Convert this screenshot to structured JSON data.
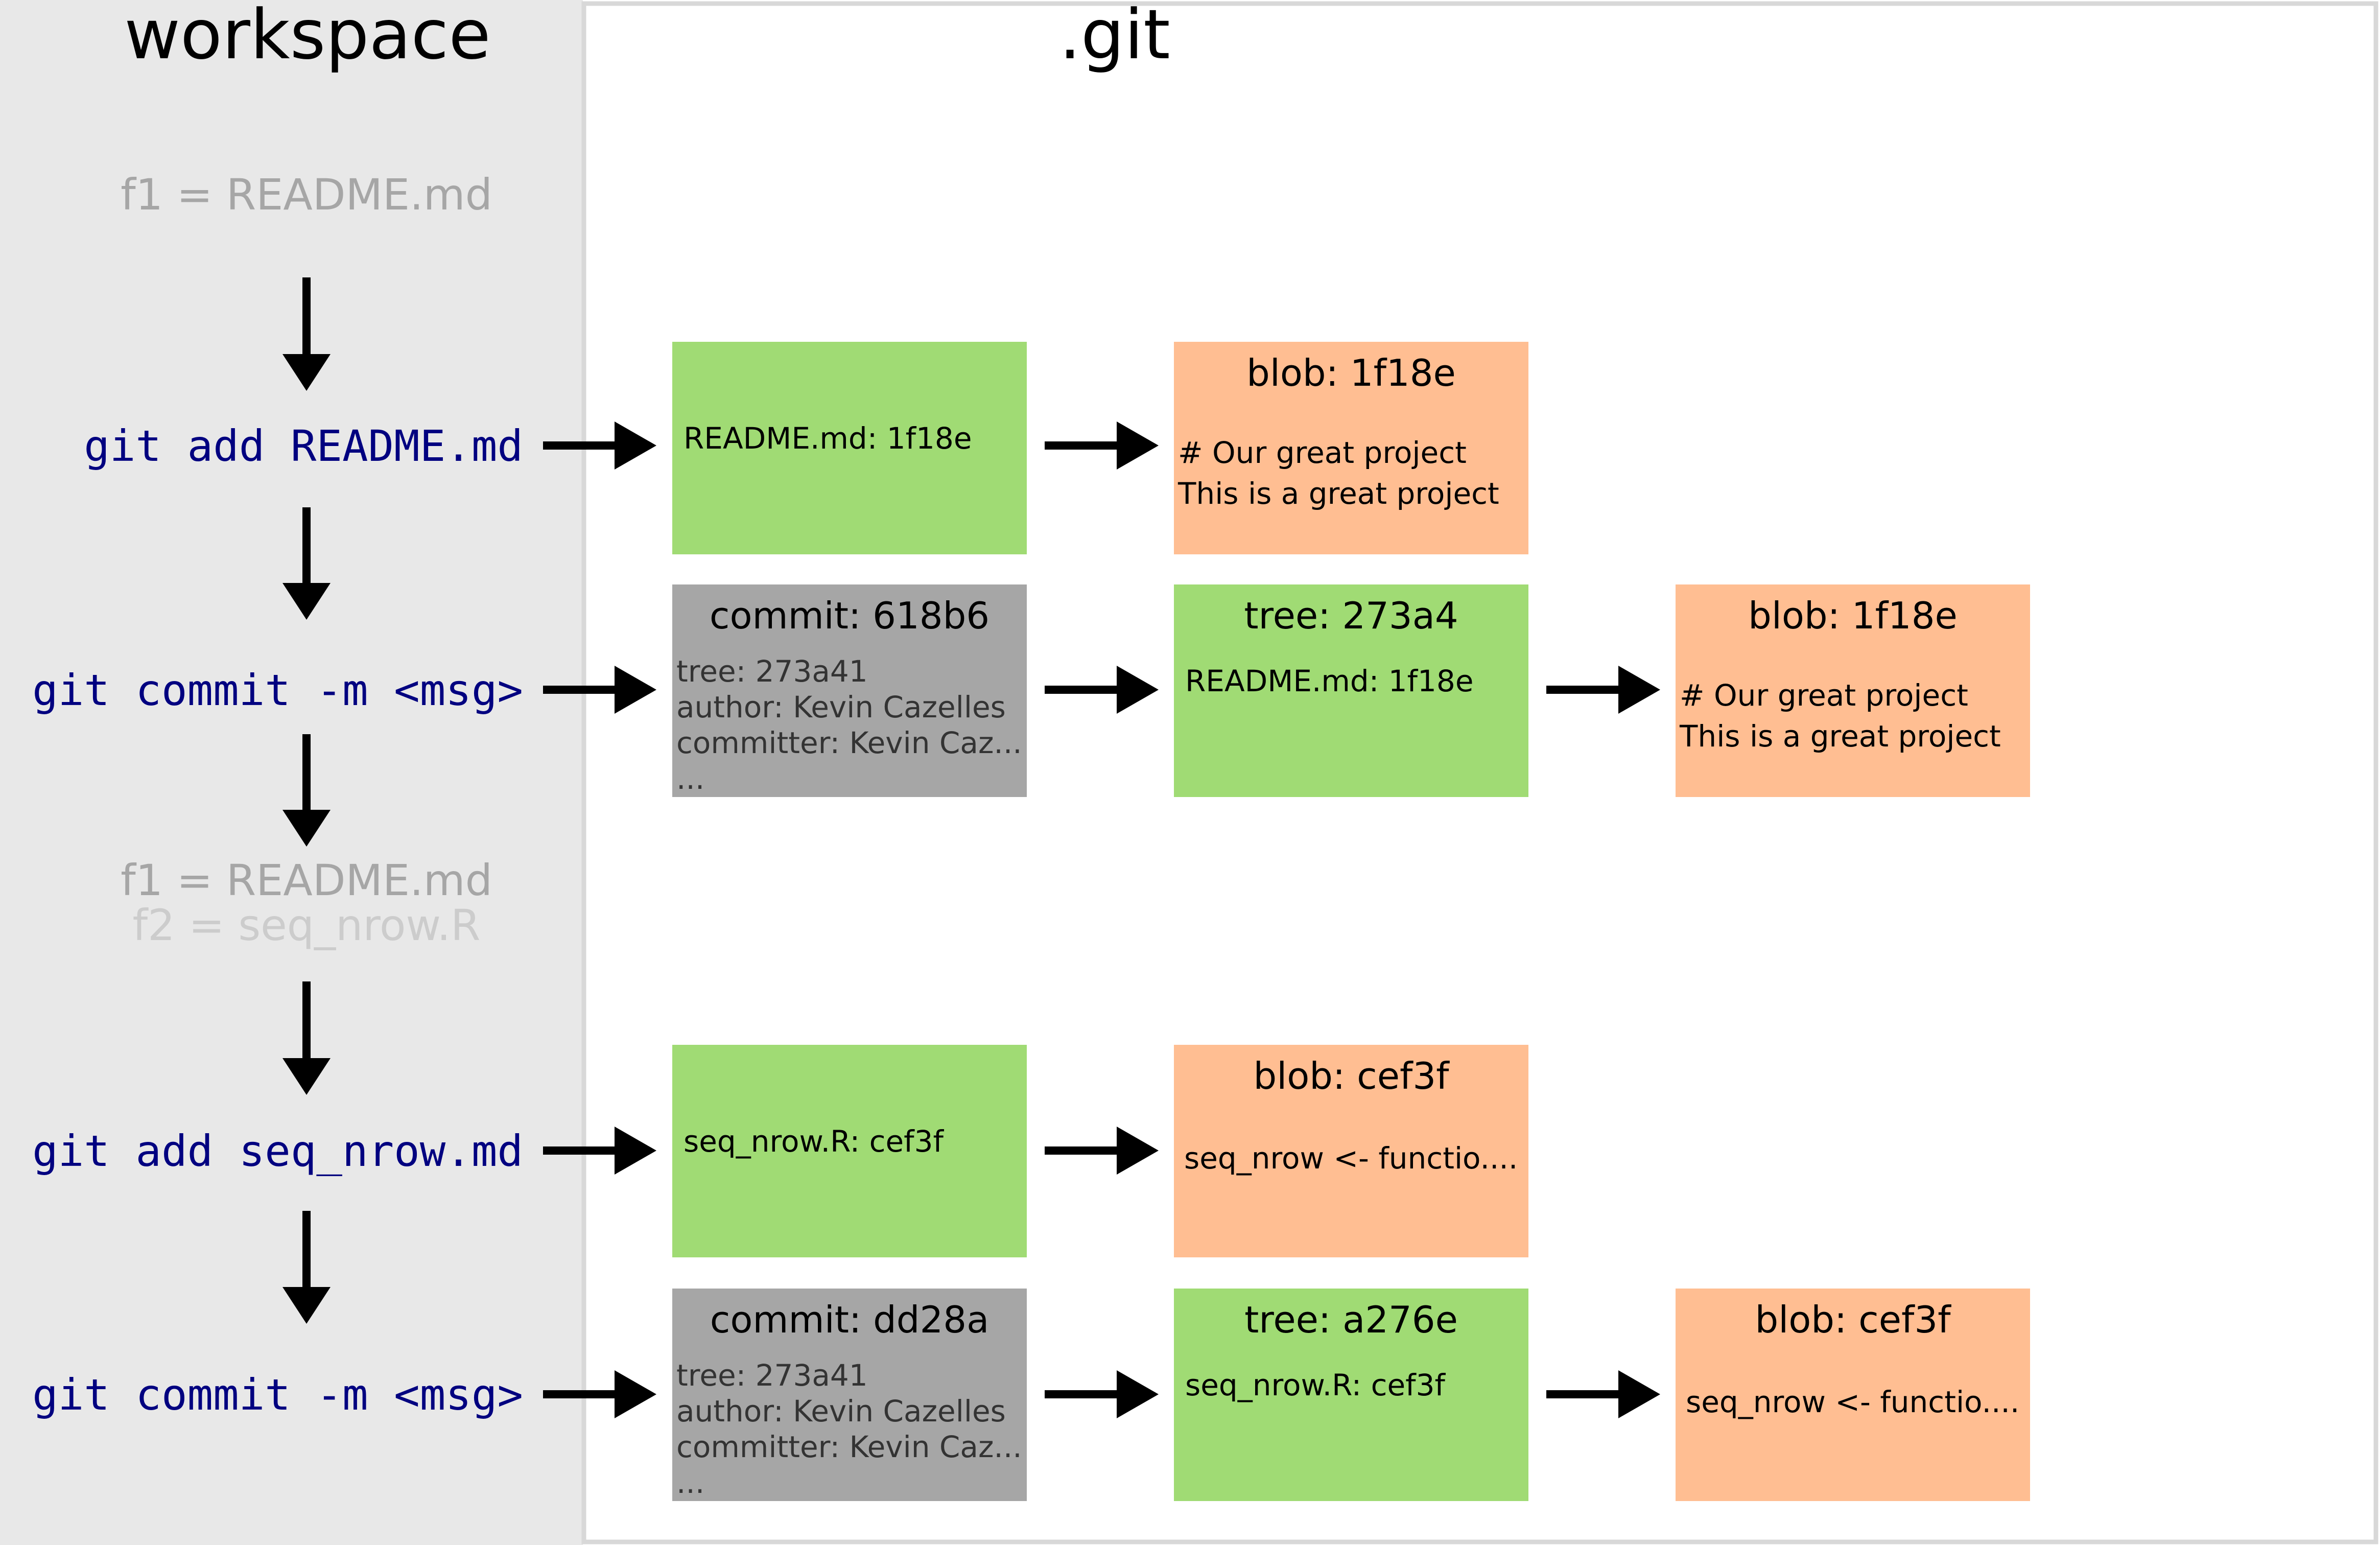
{
  "workspace": {
    "title": "workspace",
    "states": [
      {
        "lines": [
          "f1 = README.md"
        ]
      },
      {
        "lines": [
          "f1 = README.md",
          "f2 = seq_nrow.R"
        ]
      }
    ],
    "commands": [
      "git add README.md",
      "git commit -m <msg>",
      "git add seq_nrow.md",
      "git commit -m <msg>"
    ]
  },
  "git": {
    "title": ".git",
    "rows": [
      {
        "boxes": [
          {
            "kind": "index",
            "title": "",
            "lines": [
              "README.md: 1f18e"
            ]
          },
          {
            "kind": "blob",
            "title": "blob: 1f18e",
            "lines": [
              "# Our great project",
              "This is a great project"
            ]
          }
        ]
      },
      {
        "boxes": [
          {
            "kind": "commit",
            "title": "commit: 618b6",
            "lines": [
              "tree: 273a41",
              "author: Kevin Cazelles",
              "committer: Kevin Caz...",
              "..."
            ]
          },
          {
            "kind": "tree",
            "title": "tree: 273a4",
            "lines": [
              "README.md: 1f18e"
            ]
          },
          {
            "kind": "blob",
            "title": "blob: 1f18e",
            "lines": [
              "# Our great project",
              "This is a great project"
            ]
          }
        ]
      },
      {
        "boxes": [
          {
            "kind": "index",
            "title": "",
            "lines": [
              "seq_nrow.R: cef3f"
            ]
          },
          {
            "kind": "blob",
            "title": "blob: cef3f",
            "lines": [
              "seq_nrow <- functio...."
            ]
          }
        ]
      },
      {
        "boxes": [
          {
            "kind": "commit",
            "title": "commit: dd28a",
            "lines": [
              "tree: 273a41",
              "author: Kevin Cazelles",
              "committer: Kevin Caz...",
              "..."
            ]
          },
          {
            "kind": "tree",
            "title": "tree: a276e",
            "lines": [
              "seq_nrow.R: cef3f"
            ]
          },
          {
            "kind": "blob",
            "title": "blob: cef3f",
            "lines": [
              "seq_nrow <- functio...."
            ]
          }
        ]
      }
    ]
  },
  "colors": {
    "workspace_bg": "#e8e8e8",
    "frame": "#d8d8d8",
    "command": "#000080",
    "state_text": "#a6a6a6",
    "state_text_faded": "#cccccc",
    "index": "#a0db74",
    "tree": "#a0db74",
    "blob": "#ffbe92",
    "commit": "#a6a6a6",
    "arrow": "#000000",
    "title": "#000000"
  }
}
